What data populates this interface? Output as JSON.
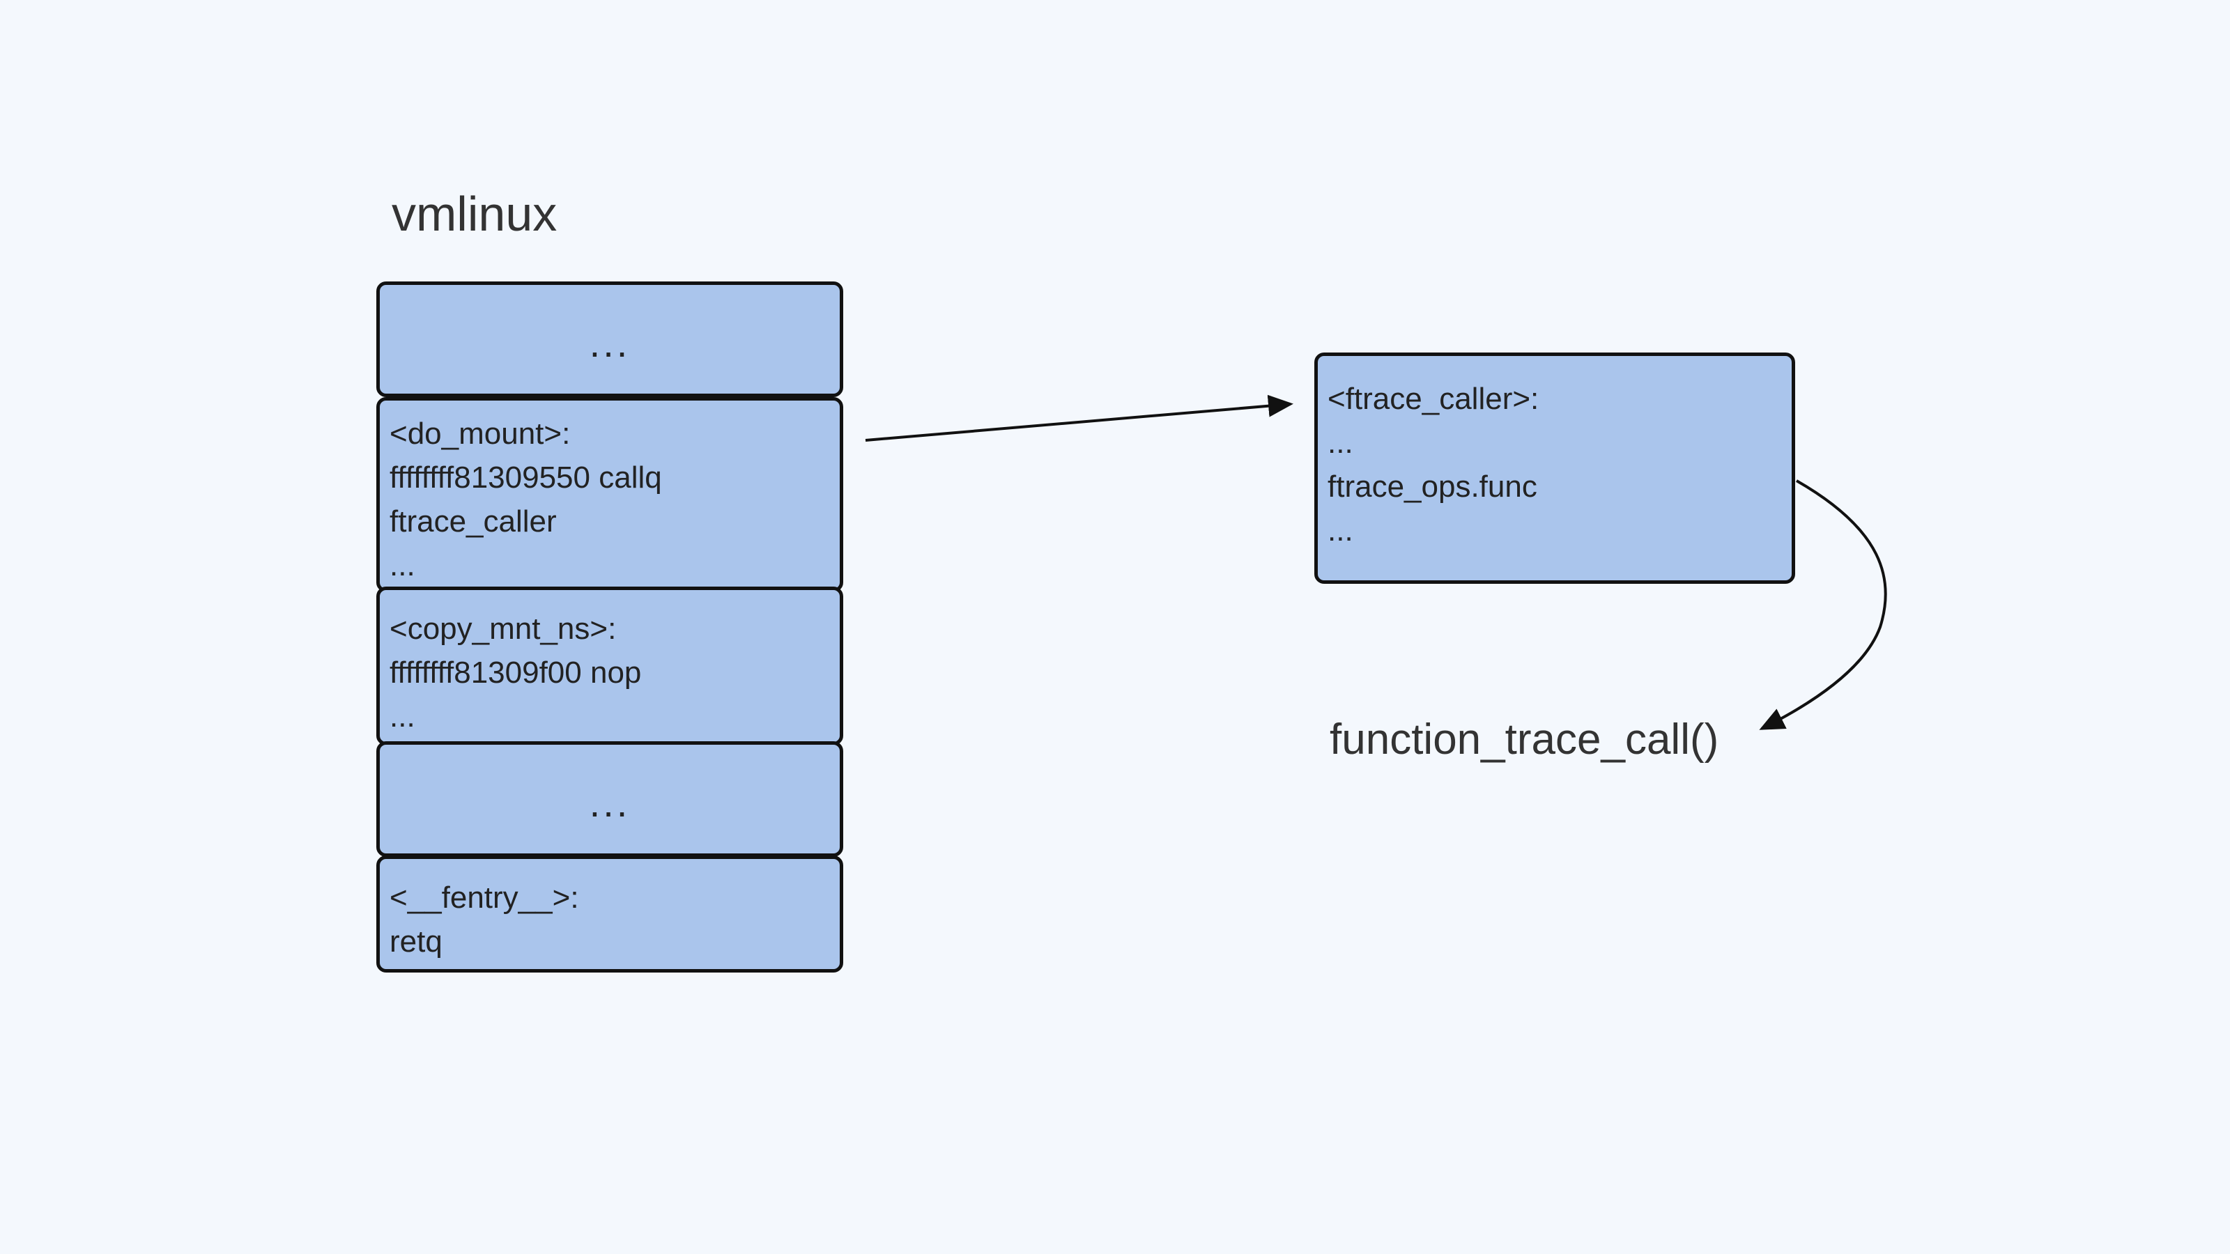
{
  "diagram": {
    "title": "vmlinux",
    "vmlinux_blocks": [
      {
        "id": "block-top-ellipsis",
        "lines": [
          "..."
        ]
      },
      {
        "id": "block-do-mount",
        "lines": [
          "<do_mount>:",
          "ffffffff81309550 callq",
          "ftrace_caller",
          "..."
        ]
      },
      {
        "id": "block-copy-mnt-ns",
        "lines": [
          "<copy_mnt_ns>:",
          "ffffffff81309f00 nop",
          "..."
        ]
      },
      {
        "id": "block-middle-ellipsis",
        "lines": [
          "..."
        ]
      },
      {
        "id": "block-fentry",
        "lines": [
          "<__fentry__>:",
          "retq"
        ]
      }
    ],
    "ftrace_caller_block": {
      "lines": [
        "<ftrace_caller>:",
        "...",
        "ftrace_ops.func",
        "..."
      ]
    },
    "callee_label": "function_trace_call()",
    "colors": {
      "background": "#f4f8fd",
      "block_fill": "#aac5ec",
      "block_border": "#111111",
      "text": "#333333"
    }
  }
}
